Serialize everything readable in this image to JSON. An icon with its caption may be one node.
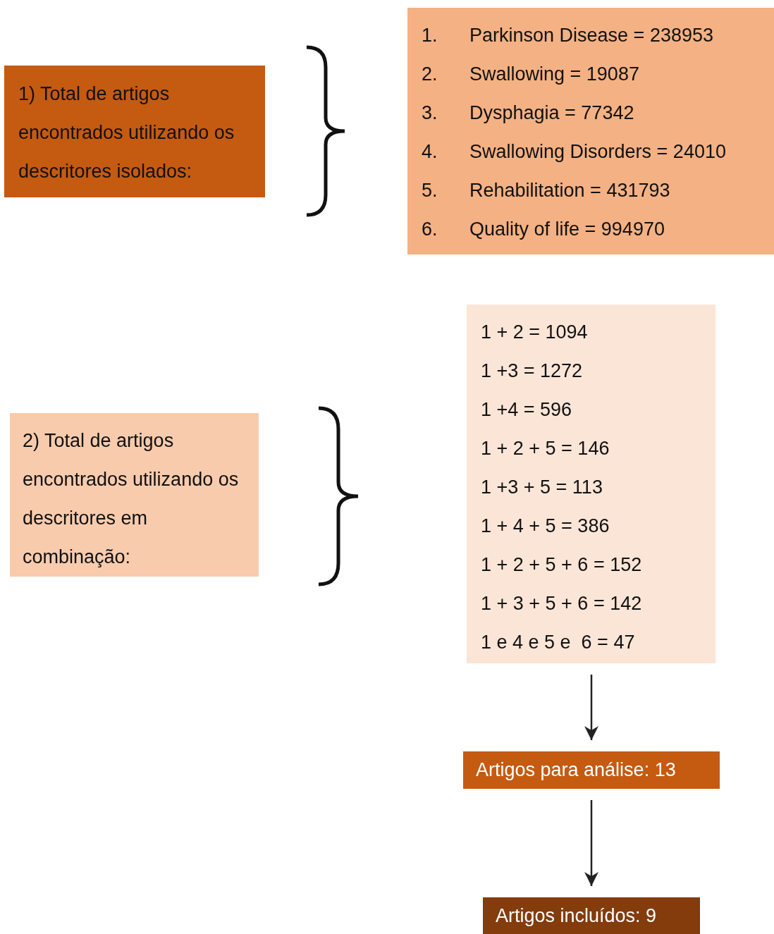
{
  "diagram": {
    "nodes": [
      {
        "text": [
          "1) Total de artigos encontrados utilizando os descritores isolados:"
        ]
      },
      {
        "text": [
          "1.",
          "Parkinson Disease = 238953",
          "2.",
          "Swallowing = 19087",
          "3.",
          "Dysphagia = 77342",
          "4.",
          "Swallowing Disorders = 24010",
          "5.",
          "Rehabilitation = 431793",
          "6.",
          "Quality of life = 994970"
        ]
      },
      {
        "text": [
          "2) Total de artigos encontrados utilizando os descritores em combinação:"
        ]
      },
      {
        "text": [
          "1 + 2 = 1094",
          "1 +3 = 1272",
          "1 +4 = 596",
          "1 + 2 + 5 = 146",
          "1 +3 + 5 = 113",
          "1 + 4 + 5 = 386",
          "1 + 2 + 5 + 6 = 152",
          "1 + 3 + 5 + 6 = 142",
          "1 e 4 e 5 e  6 = 47"
        ]
      },
      {
        "text": [
          "Artigos para análise: 13"
        ]
      },
      {
        "text": [
          "Artigos incluídos: 9"
        ]
      }
    ],
    "edges": [
      {
        "from": 3,
        "to": 4,
        "arrow": "to"
      },
      {
        "from": 4,
        "to": 5,
        "arrow": "to"
      }
    ]
  }
}
